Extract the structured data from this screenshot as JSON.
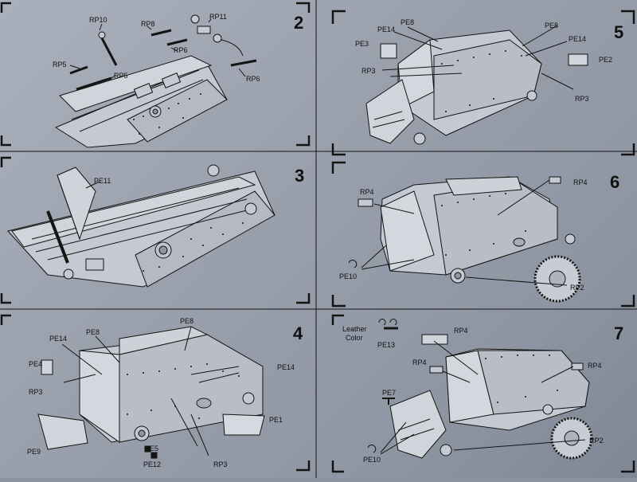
{
  "colors": {
    "paper": "#9ea5b1",
    "ink": "#141414",
    "vehicle": "#c4c9d2",
    "vehicle_shadow": "#aeb3bd"
  },
  "steps": [
    {
      "number": "2",
      "labels": [
        "RP10",
        "RP8",
        "RP11",
        "RP5",
        "RP5",
        "RP6",
        "RP6"
      ]
    },
    {
      "number": "3",
      "labels": [
        "PE11"
      ]
    },
    {
      "number": "4",
      "labels": [
        "PE14",
        "PE8",
        "PE8",
        "PE4",
        "RP3",
        "PE14",
        "PE9",
        "PE1",
        "PE5",
        "PE12",
        "RP3"
      ]
    },
    {
      "number": "5",
      "labels": [
        "PE14",
        "PE8",
        "PE8",
        "PE3",
        "PE14",
        "RP3",
        "PE2",
        "RP3"
      ]
    },
    {
      "number": "6",
      "labels": [
        "RP4",
        "RP4",
        "PE10",
        "RP2"
      ]
    },
    {
      "number": "7",
      "labels": [
        "Leather",
        "Color",
        "PE13",
        "RP4",
        "RP4",
        "RP4",
        "PE7",
        "PE10",
        "RP2"
      ]
    }
  ]
}
